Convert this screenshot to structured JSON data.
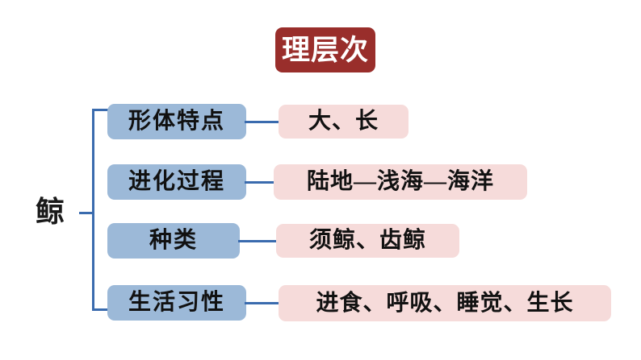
{
  "title": {
    "text": "理层次",
    "box_color": "#992E2B",
    "text_color": "#FFFFFF"
  },
  "root": {
    "label": "鲸"
  },
  "palette": {
    "category_box": "#9CB9D8",
    "detail_box": "#F6DBDA",
    "connector": "#3A6BAE",
    "text": "#111111",
    "background": "#FFFFFF"
  },
  "rows": [
    {
      "category": "形体特点",
      "detail": "大、长"
    },
    {
      "category": "进化过程",
      "detail": "陆地—浅海—海洋"
    },
    {
      "category": "种类",
      "detail": "须鲸、齿鲸"
    },
    {
      "category": "生活习性",
      "detail": "进食、呼吸、睡觉、生长"
    }
  ]
}
